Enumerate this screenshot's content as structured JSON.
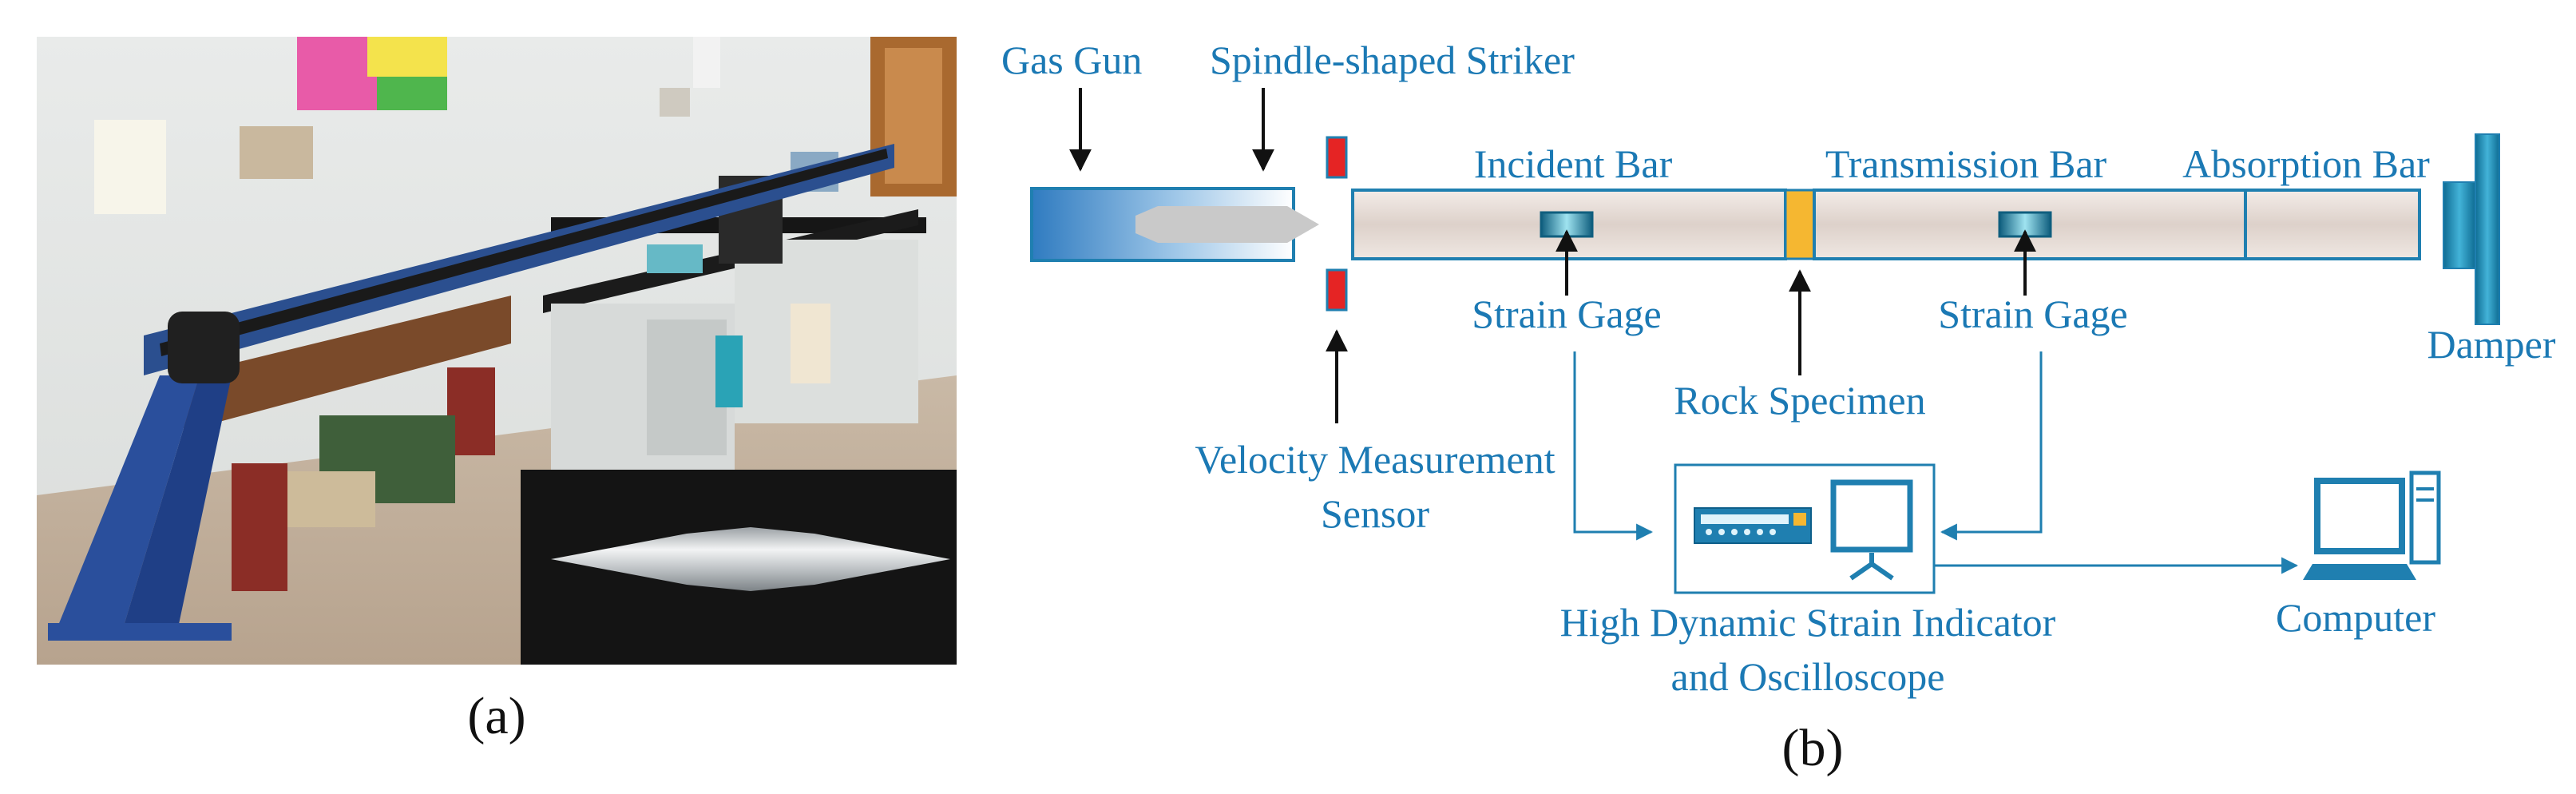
{
  "panel_a": {
    "caption": "(a)"
  },
  "panel_b": {
    "caption": "(b)",
    "labels": {
      "gas_gun": "Gas Gun",
      "striker": "Spindle-shaped Striker",
      "incident_bar": "Incident Bar",
      "transmission_bar": "Transmission Bar",
      "absorption_bar": "Absorption Bar",
      "damper": "Damper",
      "strain_gage_1": "Strain Gage",
      "strain_gage_2": "Strain Gage",
      "rock_specimen": "Rock Specimen",
      "velocity_line1": "Velocity Measurement",
      "velocity_line2": "Sensor",
      "indicator_line1": "High Dynamic Strain Indicator",
      "indicator_line2": "and Oscilloscope",
      "computer": "Computer"
    }
  },
  "colors": {
    "label_blue": "#1b79b4",
    "line_blue": "#1f7fb0",
    "bar_fill": "#e6dcd6",
    "specimen": "#f5b731",
    "sensor_red": "#e52424"
  }
}
